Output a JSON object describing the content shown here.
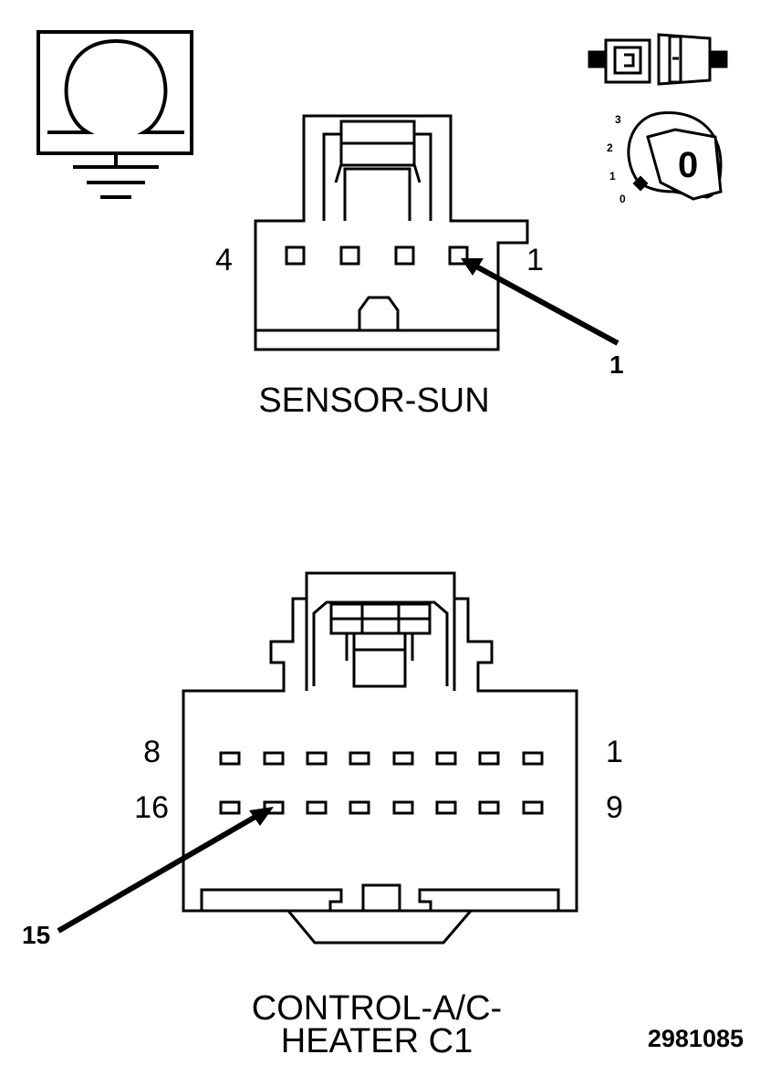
{
  "icons": {
    "ohm_ground": "ohm-ground-icon",
    "connector": "connector-icon",
    "ignition_key": "ignition-key-icon"
  },
  "ignition": {
    "positions": [
      "3",
      "2",
      "1",
      "0"
    ],
    "key_label": "0"
  },
  "sensor_sun": {
    "title": "SENSOR-SUN",
    "left_pin": "4",
    "right_pin": "1",
    "callout": "1"
  },
  "control_ac_heater": {
    "title_line1": "CONTROL-A/C-",
    "title_line2": "HEATER C1",
    "row1_left": "8",
    "row1_right": "1",
    "row2_left": "16",
    "row2_right": "9",
    "callout": "15"
  },
  "doc_id": "2981085"
}
